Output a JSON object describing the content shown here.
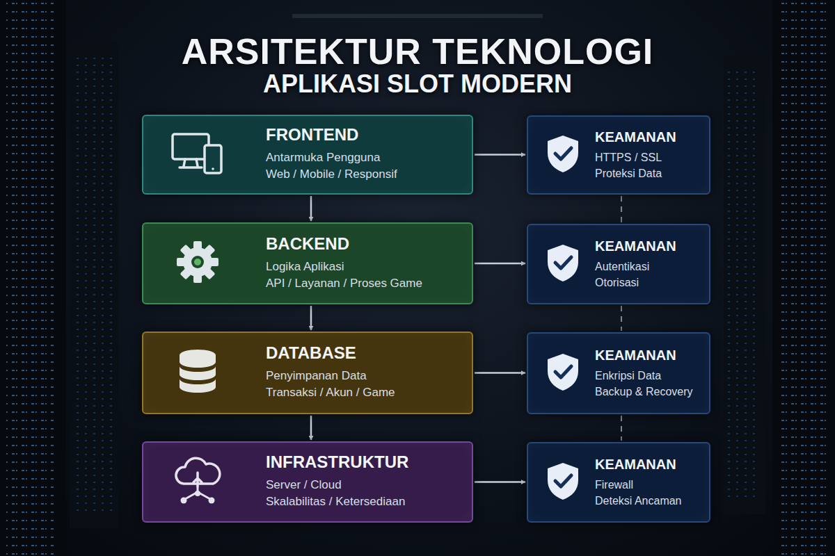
{
  "diagram": {
    "title": "ARSITEKTUR TEKNOLOGI",
    "nodes": [
      {
        "text": [
          "FRONTEND",
          "Antarmuka Pengguna",
          "Web / Mobile / Responsif"
        ]
      },
      {
        "text": [
          "KEAMANAN",
          "HTTPS / SSL",
          "Proteksi Data"
        ]
      },
      {
        "text": [
          "BACKEND",
          "Logika Aplikasi",
          "API / Layanan / Proses Game"
        ]
      },
      {
        "text": [
          "KEAMANAN",
          "Autentikasi",
          "Otorisasi"
        ]
      },
      {
        "text": [
          "DATABASE",
          "Penyimpanan Data",
          "Transaksi / Akun / Game"
        ]
      },
      {
        "text": [
          "KEAMANAN",
          "Enkripsi Data",
          "Backup & Recovery"
        ]
      },
      {
        "text": [
          "INFRASTRUKTUR",
          "Server / Cloud",
          "Skalabilitas / Ketersediaan"
        ]
      },
      {
        "text": [
          "KEAMANAN",
          "Firewall",
          "Deteksi Ancaman"
        ]
      }
    ],
    "edges": [
      {
        "from": 0,
        "to": 2,
        "arrow": "to"
      },
      {
        "from": 2,
        "to": 4,
        "arrow": "to"
      },
      {
        "from": 4,
        "to": 6,
        "arrow": "to"
      },
      {
        "from": 0,
        "to": 1,
        "arrow": "to"
      },
      {
        "from": 2,
        "to": 3,
        "arrow": "to"
      },
      {
        "from": 4,
        "to": 5,
        "arrow": "to"
      },
      {
        "from": 6,
        "to": 7,
        "arrow": "to"
      },
      {
        "from": 1,
        "to": 3,
        "arrow": "none"
      },
      {
        "from": 3,
        "to": 5,
        "arrow": "none"
      },
      {
        "from": 5,
        "to": 7,
        "arrow": "none"
      }
    ],
    "labels": [
      "APLIKASI SLOT MODERN"
    ]
  }
}
